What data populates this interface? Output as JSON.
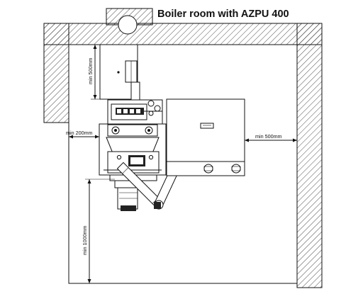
{
  "title": "Boiler room with AZPU 400",
  "dimensions": {
    "chimney_clearance": "min 500mm",
    "left_clearance": "min 200mm",
    "right_clearance": "min 500mm",
    "front_clearance": "min 1000mm"
  },
  "colors": {
    "line": "#111111",
    "background": "#ffffff"
  }
}
